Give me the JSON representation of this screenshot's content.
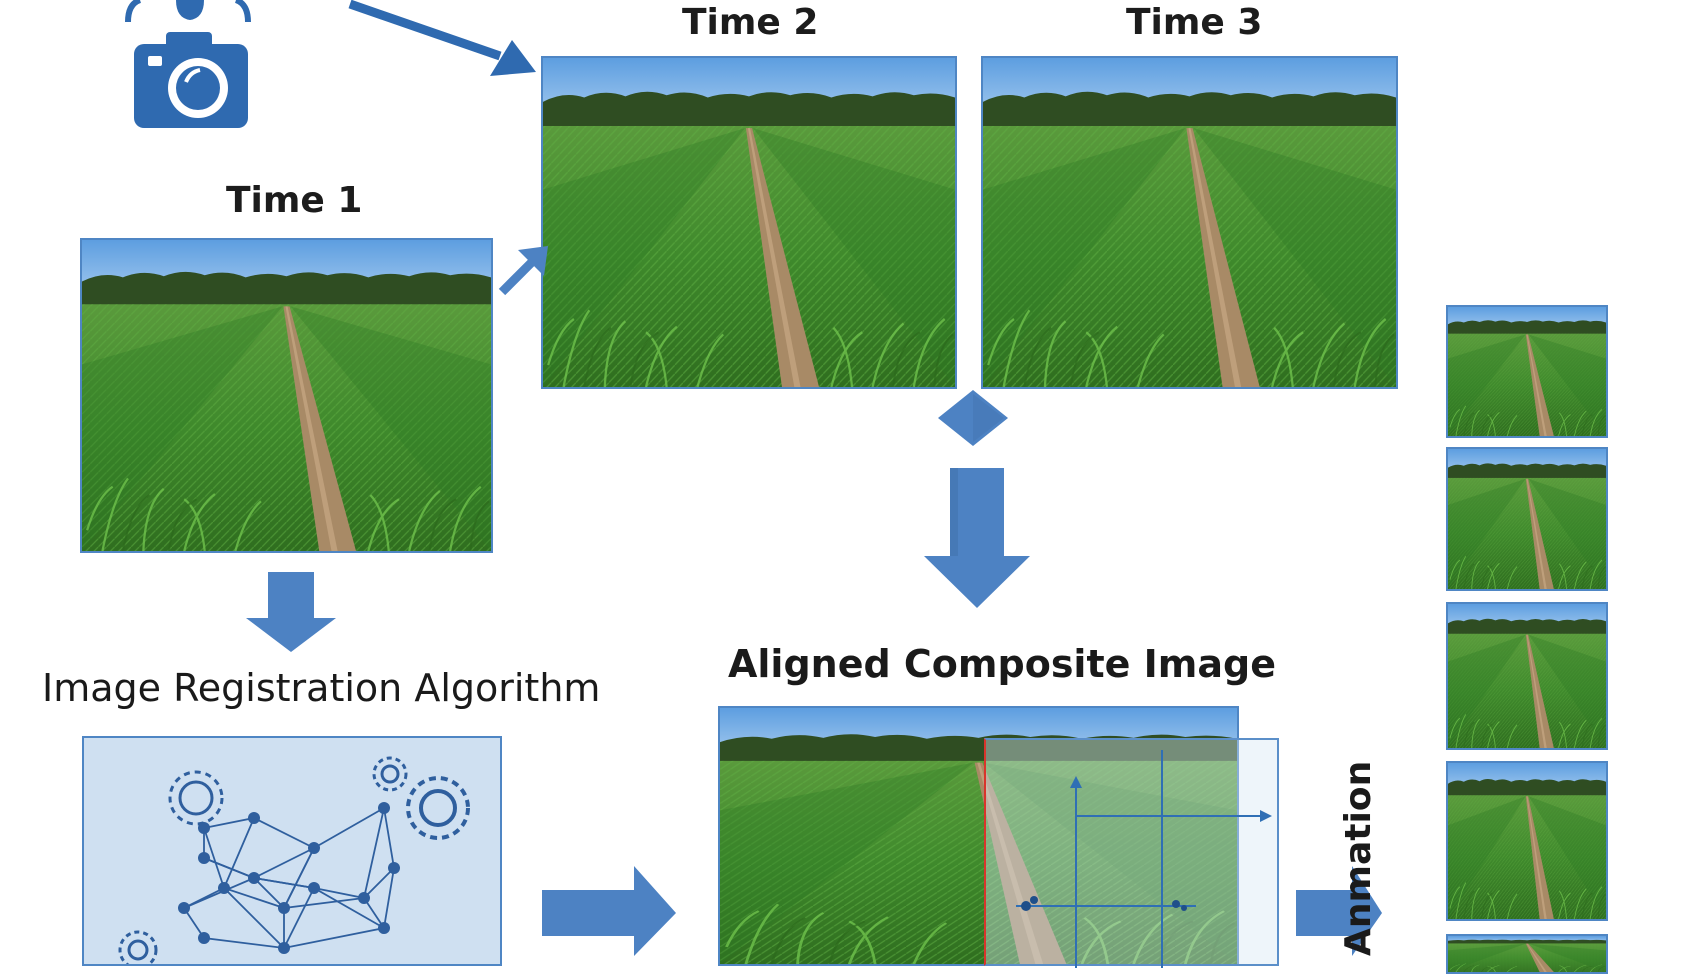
{
  "labels": {
    "time1": "Time 1",
    "time2": "Time 2",
    "time3": "Time 3",
    "registration": "Image Registration Algorithm",
    "composite": "Aligned Composite Image",
    "animation": "Anmation"
  },
  "colors": {
    "accent": "#3f77b8",
    "arrow_fill": "#4d82c3",
    "panel_bg": "#cfe0f1",
    "panel_border": "#4f86c4",
    "network": "#2f5f9e",
    "sky": "#7fb2e5",
    "treeline": "#2e4a22",
    "crop": "#3f8a2c",
    "soil": "#a08060",
    "overlay_line": "#2f6fb5",
    "overlay_edge": "#d9342b"
  },
  "icons": {
    "camera": "camera-icon",
    "gears": "gear-icon",
    "network": "network-graph-icon"
  }
}
